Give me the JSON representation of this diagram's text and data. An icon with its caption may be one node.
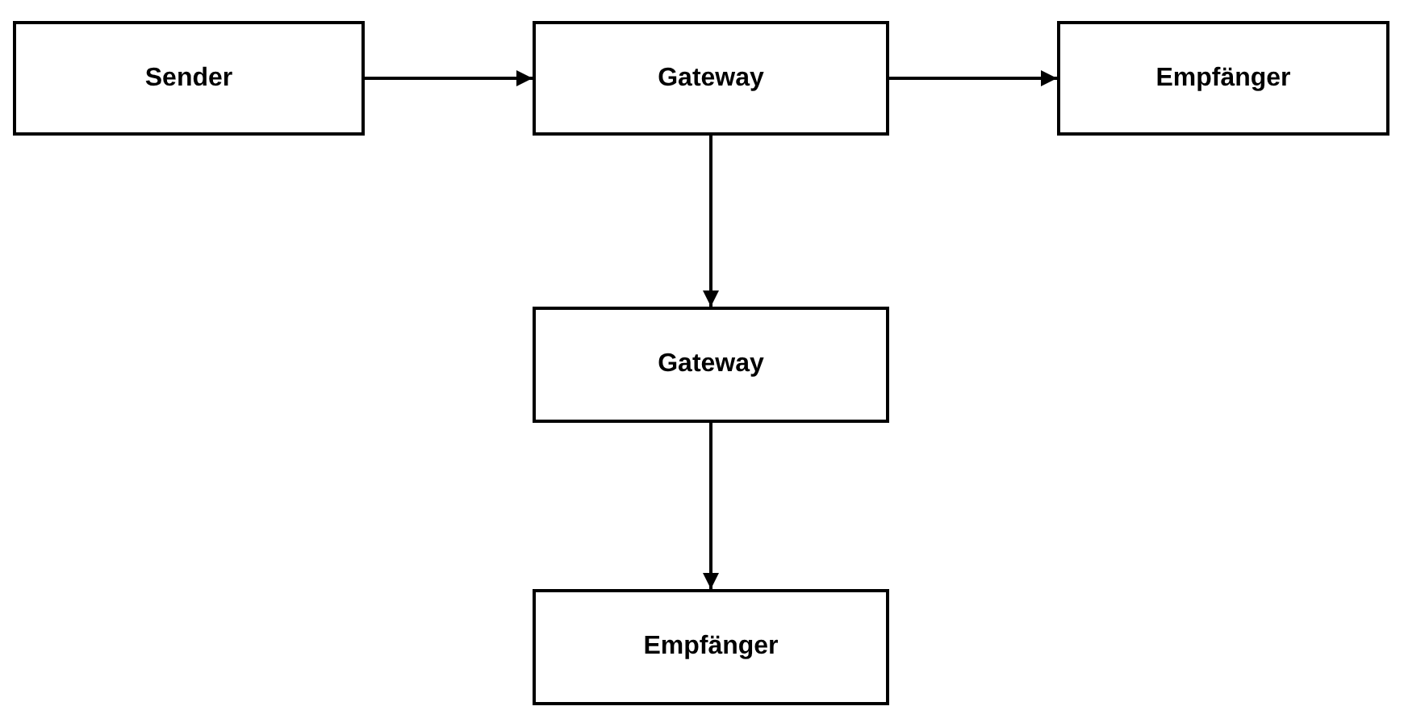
{
  "diagram": {
    "nodes": [
      {
        "text": [
          "Sender"
        ]
      },
      {
        "text": [
          "Gateway"
        ]
      },
      {
        "text": [
          "Empfänger"
        ]
      },
      {
        "text": [
          "Gateway"
        ]
      },
      {
        "text": [
          "Empfänger"
        ]
      }
    ],
    "edges": [
      {
        "from": 0,
        "to": 1,
        "arrow": "to"
      },
      {
        "from": 1,
        "to": 2,
        "arrow": "to"
      },
      {
        "from": 1,
        "to": 3,
        "arrow": "to"
      },
      {
        "from": 3,
        "to": 4,
        "arrow": "to"
      }
    ]
  }
}
